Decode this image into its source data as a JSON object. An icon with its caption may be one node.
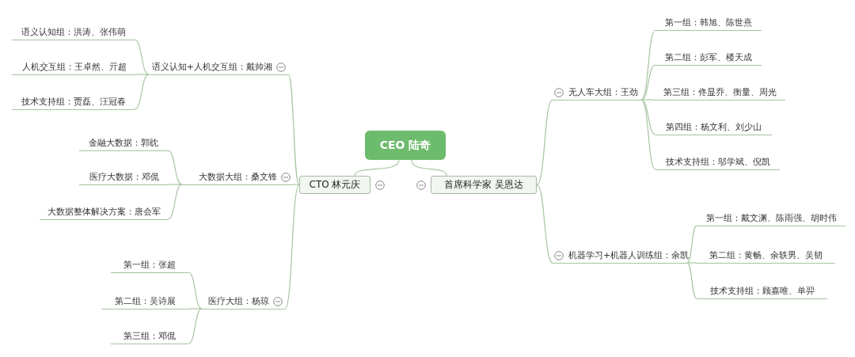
{
  "diagram": {
    "nodes": [
      {
        "text": [
          "CEO 陆奇"
        ]
      },
      {
        "text": [
          "CTO 林元庆"
        ]
      },
      {
        "text": [
          "首席科学家 吴恩达"
        ]
      },
      {
        "text": [
          "语义认知+人机交互组：戴帅湘"
        ]
      },
      {
        "text": [
          "大数据大组：桑文锋"
        ]
      },
      {
        "text": [
          "医疗大组：杨琼"
        ]
      },
      {
        "text": [
          "语义认知组：洪涛、张伟萌"
        ]
      },
      {
        "text": [
          "人机交互组：王卓然、亓超"
        ]
      },
      {
        "text": [
          "技术支持组：贾磊、汪冠春"
        ]
      },
      {
        "text": [
          "金融大数据：郭眈"
        ]
      },
      {
        "text": [
          "医疗大数据：邓侃"
        ]
      },
      {
        "text": [
          "大数据整体解决方案：唐会军"
        ]
      },
      {
        "text": [
          "第一组：张超"
        ]
      },
      {
        "text": [
          "第二组：吴诗展"
        ]
      },
      {
        "text": [
          "第三组：邓侃"
        ]
      },
      {
        "text": [
          "无人车大组：王劲"
        ]
      },
      {
        "text": [
          "机器学习+机器人训练组：余凯"
        ]
      },
      {
        "text": [
          "第一组：韩旭、陈世熹"
        ]
      },
      {
        "text": [
          "第二组：彭军、楼天成"
        ]
      },
      {
        "text": [
          "第三组：佟显乔、衡量、周光"
        ]
      },
      {
        "text": [
          "第四组：杨文利、刘少山"
        ]
      },
      {
        "text": [
          "技术支持组：邬学斌、倪凯"
        ]
      },
      {
        "text": [
          "第一组：戴文渊、陈雨强、胡时伟"
        ]
      },
      {
        "text": [
          "第二组：黄畅、余轶男、吴韧"
        ]
      },
      {
        "text": [
          "技术支持组：顾嘉唯、单羿"
        ]
      }
    ],
    "edges": [
      {
        "from": 0,
        "to": 1,
        "arrow": "none"
      },
      {
        "from": 0,
        "to": 2,
        "arrow": "none"
      },
      {
        "from": 1,
        "to": 3,
        "arrow": "none"
      },
      {
        "from": 1,
        "to": 4,
        "arrow": "none"
      },
      {
        "from": 1,
        "to": 5,
        "arrow": "none"
      },
      {
        "from": 3,
        "to": 6,
        "arrow": "none"
      },
      {
        "from": 3,
        "to": 7,
        "arrow": "none"
      },
      {
        "from": 3,
        "to": 8,
        "arrow": "none"
      },
      {
        "from": 4,
        "to": 9,
        "arrow": "none"
      },
      {
        "from": 4,
        "to": 10,
        "arrow": "none"
      },
      {
        "from": 4,
        "to": 11,
        "arrow": "none"
      },
      {
        "from": 5,
        "to": 12,
        "arrow": "none"
      },
      {
        "from": 5,
        "to": 13,
        "arrow": "none"
      },
      {
        "from": 5,
        "to": 14,
        "arrow": "none"
      },
      {
        "from": 2,
        "to": 15,
        "arrow": "none"
      },
      {
        "from": 2,
        "to": 16,
        "arrow": "none"
      },
      {
        "from": 15,
        "to": 17,
        "arrow": "none"
      },
      {
        "from": 15,
        "to": 18,
        "arrow": "none"
      },
      {
        "from": 15,
        "to": 19,
        "arrow": "none"
      },
      {
        "from": 15,
        "to": 20,
        "arrow": "none"
      },
      {
        "from": 15,
        "to": 21,
        "arrow": "none"
      },
      {
        "from": 16,
        "to": 22,
        "arrow": "none"
      },
      {
        "from": 16,
        "to": 23,
        "arrow": "none"
      },
      {
        "from": 16,
        "to": 24,
        "arrow": "none"
      }
    ]
  }
}
